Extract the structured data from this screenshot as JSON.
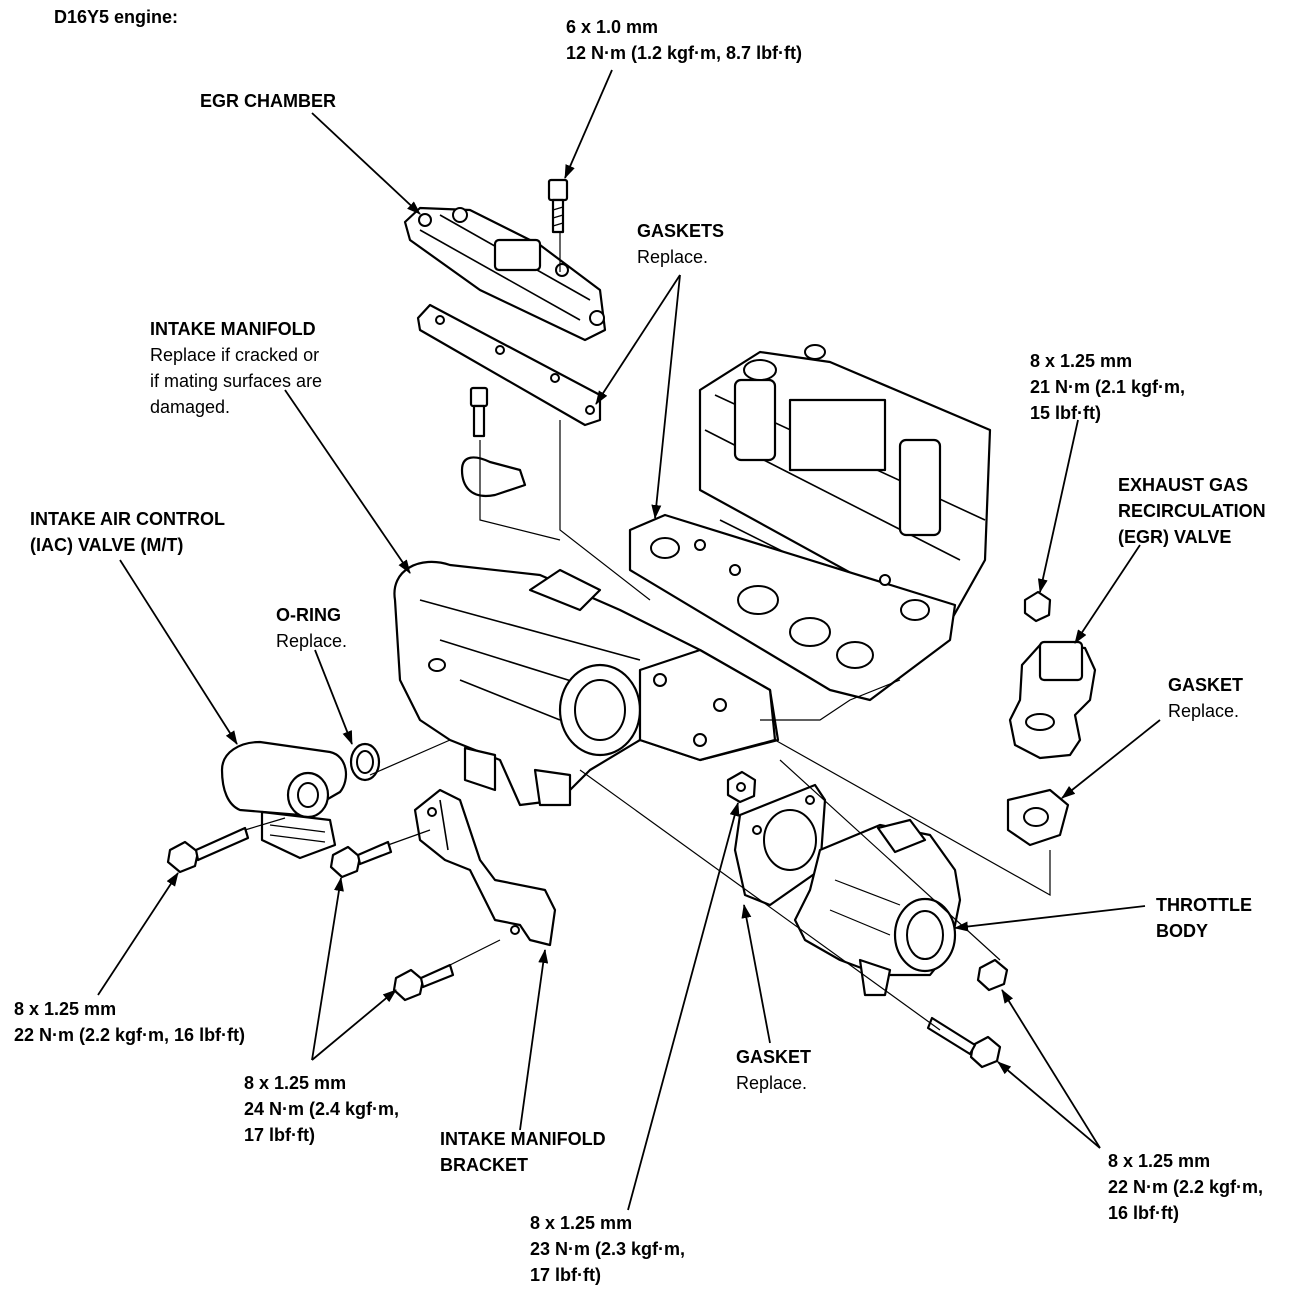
{
  "header": {
    "engine": "D16Y5 engine:"
  },
  "labels": {
    "egr_chamber": {
      "title": "EGR CHAMBER"
    },
    "top_bolt": {
      "size": "6 x 1.0 mm",
      "torque": "12 N·m (1.2 kgf·m, 8.7 lbf·ft)"
    },
    "gaskets": {
      "title": "GASKETS",
      "note": "Replace."
    },
    "intake_manifold": {
      "title": "INTAKE MANIFOLD",
      "note_lines": [
        "Replace if cracked or",
        "if mating surfaces are",
        "damaged."
      ]
    },
    "egr_valve_bolt": {
      "lines": [
        "8 x 1.25 mm",
        "21 N·m (2.1 kgf·m,",
        "15 lbf·ft)"
      ]
    },
    "egr_valve": {
      "lines": [
        "EXHAUST GAS",
        "RECIRCULATION",
        "(EGR) VALVE"
      ]
    },
    "iac_valve": {
      "lines": [
        "INTAKE AIR CONTROL",
        "(IAC) VALVE (M/T)"
      ]
    },
    "o_ring": {
      "title": "O-RING",
      "note": "Replace."
    },
    "egr_gasket": {
      "title": "GASKET",
      "note": "Replace."
    },
    "throttle_body": {
      "lines": [
        "THROTTLE",
        "BODY"
      ]
    },
    "iac_bolt": {
      "lines": [
        "8 x 1.25 mm",
        "22 N·m (2.2 kgf·m, 16 lbf·ft)"
      ]
    },
    "bracket_bolt": {
      "lines": [
        "8 x 1.25 mm",
        "24 N·m (2.4 kgf·m,",
        "17 lbf·ft)"
      ]
    },
    "bracket": {
      "lines": [
        "INTAKE MANIFOLD",
        "BRACKET"
      ]
    },
    "tb_gasket": {
      "title": "GASKET",
      "note": "Replace."
    },
    "tb_bolt": {
      "lines": [
        "8 x 1.25 mm",
        "22 N·m (2.2 kgf·m,",
        "16 lbf·ft)"
      ]
    },
    "nut_bolt": {
      "lines": [
        "8 x 1.25 mm",
        "23 N·m (2.3 kgf·m,",
        "17 lbf·ft)"
      ]
    }
  }
}
